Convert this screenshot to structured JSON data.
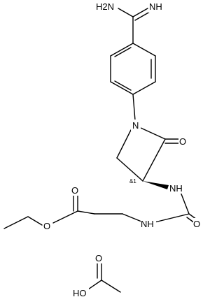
{
  "structure": {
    "labels": {
      "amidine_nh2": "H2N",
      "amidine_nh": "NH",
      "ring_n": "N",
      "lactam_o": "O",
      "urea_nh_1": "NH",
      "urea_o": "O",
      "urea_nh_2": "NH",
      "ester_o_carbonyl": "O",
      "ester_o": "O",
      "acid_o": "O",
      "acid_oh": "HO"
    },
    "stereo_label": "&1"
  }
}
